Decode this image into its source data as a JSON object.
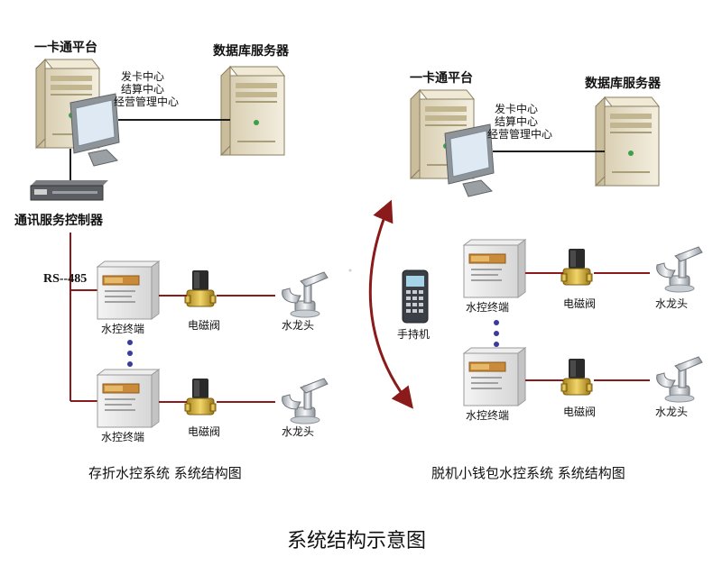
{
  "left_system": {
    "platform": "一卡通平台",
    "platform_functions": [
      "发卡中心",
      "结算中心",
      "经营管理中心"
    ],
    "db_server": "数据库服务器",
    "comm_controller": "通讯服务控制器",
    "bus_label": "RS--485",
    "terminal": "水控终端",
    "valve": "电磁阀",
    "faucet": "水龙头",
    "caption": "存折水控系统  系统结构图"
  },
  "right_system": {
    "platform": "一卡通平台",
    "platform_functions": [
      "发卡中心",
      "结算中心",
      "经营管理中心"
    ],
    "db_server": "数据库服务器",
    "handheld": "手持机",
    "terminal": "水控终端",
    "valve": "电磁阀",
    "faucet": "水龙头",
    "caption": "脱机小钱包水控系统  系统结构图"
  },
  "figure_title": "系统结构示意图",
  "colors": {
    "link_dark": "#1c1c1c",
    "link_red": "#8b1a1a",
    "arrow": "#8b1a1a",
    "dot": "#3a3aa0"
  }
}
